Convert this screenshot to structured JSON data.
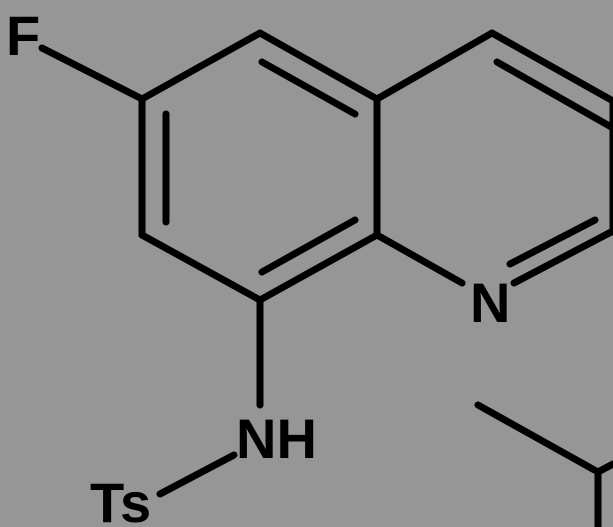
{
  "diagram": {
    "type": "chemical-structure",
    "background_color": "#969696",
    "line_color": "#000000",
    "atom_labels": {
      "fluorine": "F",
      "ring_nitrogen": "N",
      "amine": "NH",
      "tosyl": "Ts"
    }
  }
}
